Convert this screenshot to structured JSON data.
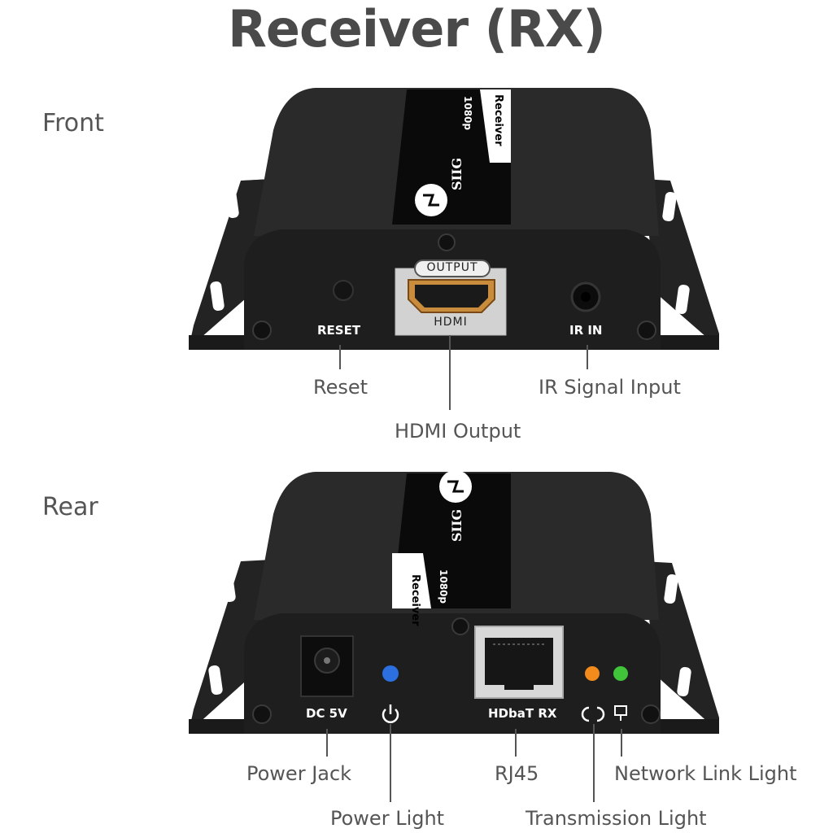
{
  "title": "Receiver (RX)",
  "front": {
    "label": "Front",
    "device": {
      "brand": "SIIG",
      "model_label": "Receiver",
      "resolution_label": "1080p",
      "hdmi_top_label": "OUTPUT",
      "hdmi_bottom_label": "HDMI",
      "reset_label": "RESET",
      "ir_label": "IR IN"
    },
    "callouts": {
      "reset": "Reset",
      "ir": "IR Signal Input",
      "hdmi": "HDMI Output"
    }
  },
  "rear": {
    "label": "Rear",
    "device": {
      "brand": "SIIG",
      "model_label": "Receiver",
      "resolution_label": "1080p",
      "dc_label": "DC 5V",
      "port_label": "HDbaT RX",
      "power_led_color": "#2b6fe0",
      "tx_led_color": "#f28a1c",
      "link_led_color": "#3fc43a"
    },
    "callouts": {
      "power_jack": "Power Jack",
      "rj45": "RJ45",
      "network_link": "Network Link Light",
      "power_light": "Power Light",
      "transmission": "Transmission Light"
    }
  }
}
